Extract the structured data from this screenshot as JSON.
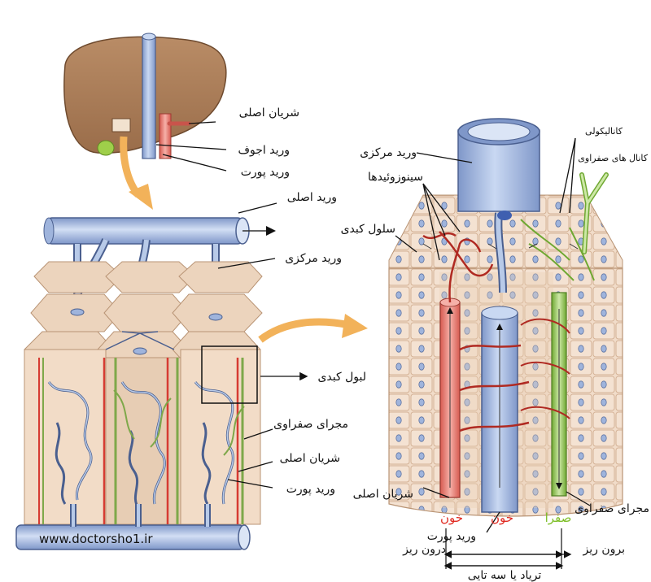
{
  "labels": {
    "hepatic_artery_top": "شریان اصلی",
    "vena_cava": "ورید اجوف",
    "portal_vein_top": "ورید پورت",
    "main_vein": "ورید اصلی",
    "central_vein_left": "ورید مرکزی",
    "liver_lobule": "لبول کبدی",
    "bile_duct_left": "مجرای صفراوی",
    "hepatic_artery_left": "شریان اصلی",
    "portal_vein_left": "ورید پورت",
    "central_vein_right": "ورید مرکزی",
    "sinusoids": "سینوزوئیدها",
    "hepatocyte": "سلول کبدی",
    "canaliculi": "کانالیکولی",
    "bile_canals": "کانال های صفراوی",
    "hepatic_artery_bottom": "شریان اصلی",
    "bile_duct_right": "مجرای صفراوی",
    "blood_1": "خون",
    "blood_2": "خون",
    "bile": "صفرا",
    "portal_vein_bottom": "ورید پورت",
    "inflow": "درون ریز",
    "outflow": "برون ریز",
    "triad": "ترياد يا سه تايی",
    "website": "www.doctorsho1.ir"
  },
  "colors": {
    "liver": "#a97c58",
    "vein_blue": "#a9bfe6",
    "vein_outline": "#4a5f8f",
    "artery_red": "#e8736b",
    "bile_green": "#8bc34a",
    "tissue": "#f1dcc9",
    "tissue_dark": "#e2c3a9",
    "arrow_orange": "#f2b25a"
  }
}
